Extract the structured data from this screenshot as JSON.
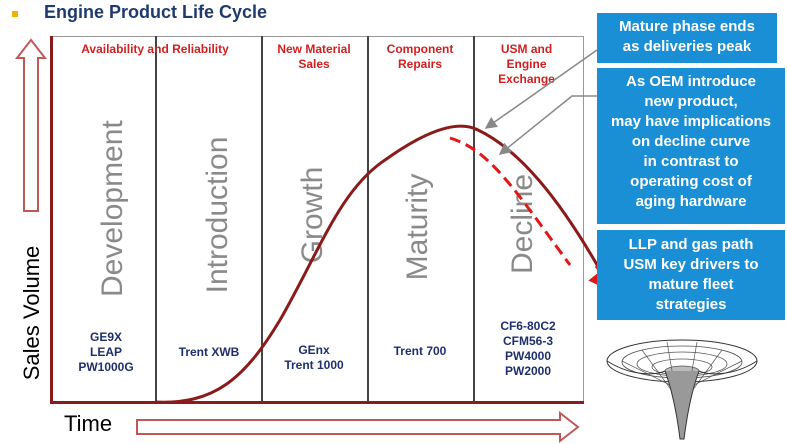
{
  "title": "Engine  Product Life Cycle",
  "axes": {
    "y": "Sales Volume",
    "x": "Time"
  },
  "columns": [
    {
      "header": "Availability and Reliability",
      "stage": "Development",
      "engines": "GE9X\nLEAP\nPW1000G"
    },
    {
      "header": "",
      "stage": "Introduction",
      "engines": "Trent XWB"
    },
    {
      "header": "New Material\nSales",
      "stage": "Growth",
      "engines": "GEnx\nTrent 1000"
    },
    {
      "header": "Component\nRepairs",
      "stage": "Maturity",
      "engines": "Trent 700"
    },
    {
      "header": "USM and\nEngine\nExchange",
      "stage": "Decline",
      "engines": "CF6-80C2\nCFM56-3\nPW4000\nPW2000"
    }
  ],
  "callouts": [
    "Mature phase ends\nas deliveries peak",
    "As OEM introduce\nnew product,\nmay have implications\non decline curve\nin contrast to\noperating cost of\naging hardware",
    "LLP and gas path\nUSM key drivers to\nmature  fleet\nstrategies"
  ],
  "colors": {
    "curve": "#8b1a1a",
    "dashed": "#e01818",
    "header_text": "#d21f1f",
    "callout_bg": "#1a8fd6",
    "title": "#1f3a6e"
  },
  "icons": {
    "funnel": "vortex-funnel-icon"
  }
}
